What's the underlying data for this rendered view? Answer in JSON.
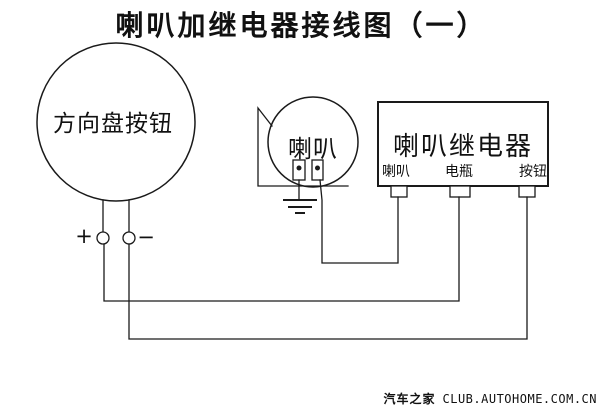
{
  "title": "喇叭加继电器接线图（一）",
  "steering_button": {
    "label": "方向盘按钮",
    "plus_symbol": "+",
    "minus_symbol": "−"
  },
  "horn": {
    "label": "喇叭"
  },
  "relay": {
    "label": "喇叭继电器",
    "terminals": [
      {
        "label": "喇叭"
      },
      {
        "label": "电瓶"
      },
      {
        "label": "按钮"
      }
    ]
  },
  "watermark": {
    "site": "汽车之家",
    "url": "CLUB.AUTOHOME.COM.CN"
  },
  "colors": {
    "line": "#1a1a1a",
    "background": "#ffffff"
  }
}
